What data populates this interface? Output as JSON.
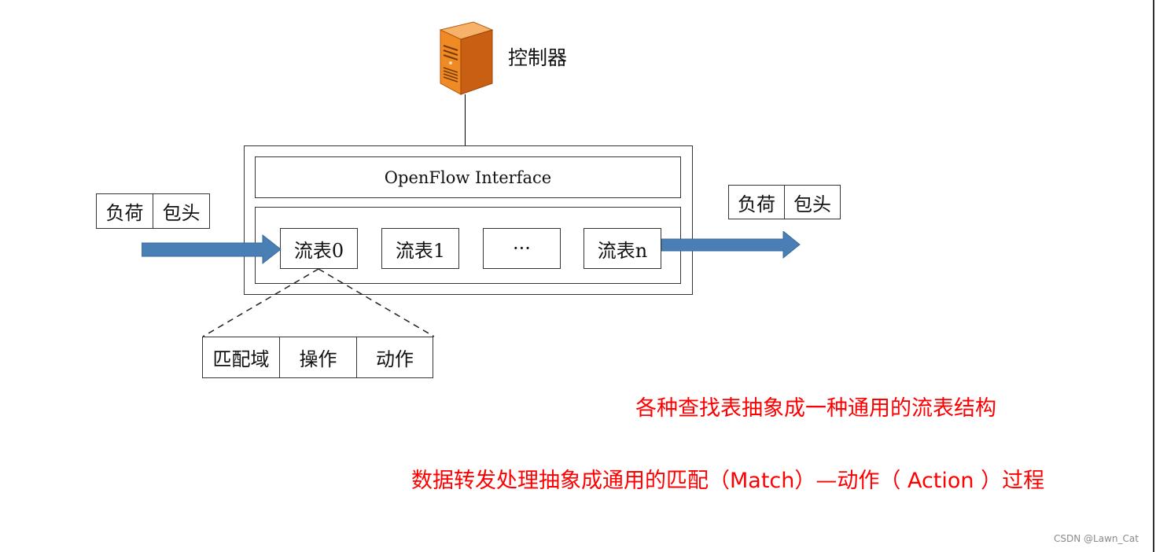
{
  "controller": {
    "label": "控制器",
    "icon": "server-icon",
    "colors": {
      "front": "#f08a24",
      "side": "#c95f12",
      "top": "#f7b26a"
    }
  },
  "switch": {
    "interface_label": "OpenFlow Interface",
    "flow_tables": [
      "流表0",
      "流表1",
      "···",
      "流表n"
    ]
  },
  "incoming_packet": {
    "fields": [
      "负荷",
      "包头"
    ]
  },
  "outgoing_packet": {
    "fields": [
      "负荷",
      "包头"
    ]
  },
  "flow_entry": {
    "fields": [
      "匹配域",
      "操作",
      "动作"
    ]
  },
  "arrow_color": "#4a7fb5",
  "notes": [
    "各种查找表抽象成一种通用的流表结构",
    "数据转发处理抽象成通用的匹配（Match）—动作（ Action ）过程"
  ],
  "note_color": "#ff0000",
  "credit": "CSDN @Lawn_Cat"
}
